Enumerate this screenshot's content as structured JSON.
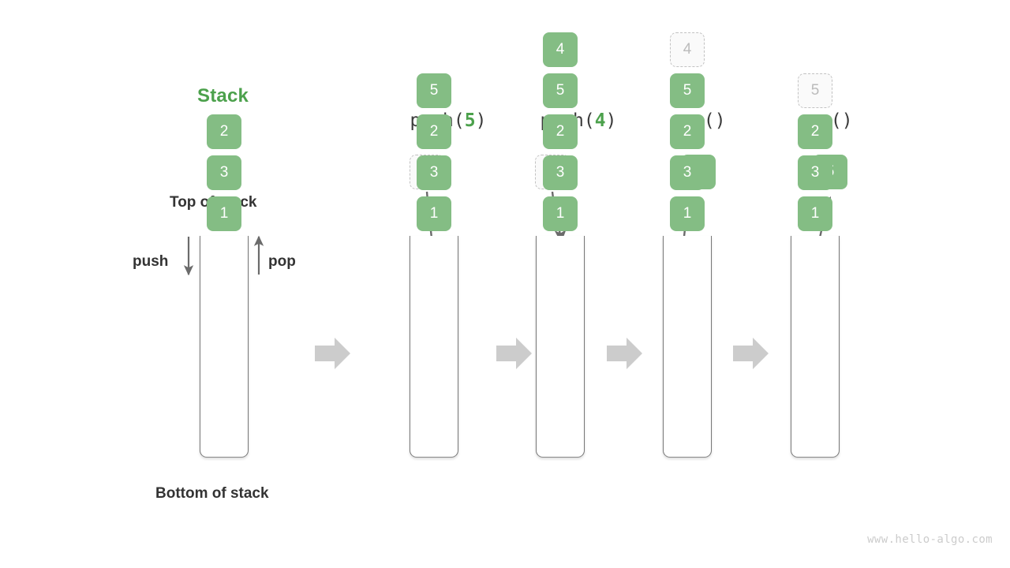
{
  "title": "Stack",
  "labels": {
    "top_of_stack": "Top of stack",
    "bottom_of_stack": "Bottom of stack",
    "push": "push",
    "pop": "pop"
  },
  "watermark": "www.hello-algo.com",
  "colors": {
    "accent_green": "#4ca14c",
    "cell_green": "#84bd84",
    "ghost_border": "#c2c2c2",
    "ghost_text": "#bbbbbb",
    "arrow_gray": "#6b6b6b",
    "flow_arrow_gray": "#cccccc",
    "text_dark": "#333333"
  },
  "stacks": [
    {
      "name": "initial-stack",
      "operation": null,
      "cells_bottom_to_top": [
        "1",
        "3",
        "2"
      ],
      "ghost_in_stack": null,
      "float": null
    },
    {
      "name": "after-push-5",
      "operation": {
        "fn": "push",
        "open": "(",
        "arg": "5",
        "close": ")"
      },
      "cells_bottom_to_top": [
        "1",
        "3",
        "2",
        "5"
      ],
      "ghost_in_stack": null,
      "float": {
        "value": "5",
        "style": "ghost"
      }
    },
    {
      "name": "after-push-4",
      "operation": {
        "fn": "push",
        "open": "(",
        "arg": "4",
        "close": ")"
      },
      "cells_bottom_to_top": [
        "1",
        "3",
        "2",
        "5",
        "4"
      ],
      "ghost_in_stack": null,
      "float": {
        "value": "4",
        "style": "ghost"
      }
    },
    {
      "name": "after-pop-4",
      "operation": {
        "fn": "pop",
        "open": "(",
        "arg": "",
        "close": ")"
      },
      "cells_bottom_to_top": [
        "1",
        "3",
        "2",
        "5"
      ],
      "ghost_in_stack": "4",
      "float": {
        "value": "4",
        "style": "solid"
      }
    },
    {
      "name": "after-pop-5",
      "operation": {
        "fn": "pop",
        "open": "(",
        "arg": "",
        "close": ")"
      },
      "cells_bottom_to_top": [
        "1",
        "3",
        "2"
      ],
      "ghost_in_stack": "5",
      "float": {
        "value": "5",
        "style": "solid"
      }
    }
  ],
  "flow_arrows": 4
}
